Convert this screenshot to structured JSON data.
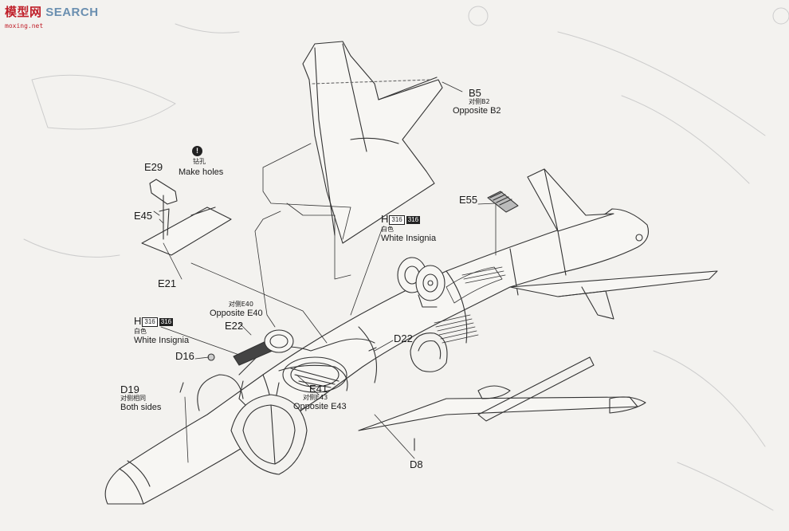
{
  "watermark": {
    "prefix": "模型网",
    "suffix": "SEARCH",
    "sub": "moxing.net"
  },
  "parts": {
    "b5": {
      "code": "B5",
      "cn": "对侧B2",
      "en": "Opposite B2"
    },
    "e55": {
      "code": "E55"
    },
    "e29": {
      "code": "E29"
    },
    "e45": {
      "code": "E45"
    },
    "e21": {
      "code": "E21"
    },
    "drill": {
      "badge": "!",
      "cn": "钻孔",
      "en": "Make holes"
    },
    "h_top": {
      "code": "H",
      "paint1": "316",
      "paint2": "316",
      "cn": "白色",
      "en": "White Insignia"
    },
    "h_left": {
      "code": "H",
      "paint1": "316",
      "paint2": "316",
      "cn": "白色",
      "en": "White Insignia"
    },
    "e40": {
      "cn": "对侧E40",
      "en": "Opposite E40"
    },
    "e22": {
      "code": "E22"
    },
    "d16": {
      "code": "D16"
    },
    "d22": {
      "code": "D22"
    },
    "d19": {
      "code": "D19",
      "cn": "对侧相同",
      "en": "Both sides"
    },
    "e41": {
      "code": "E41",
      "cn": "对侧E43",
      "en": "Opposite E43"
    },
    "d8": {
      "code": "D8"
    }
  }
}
